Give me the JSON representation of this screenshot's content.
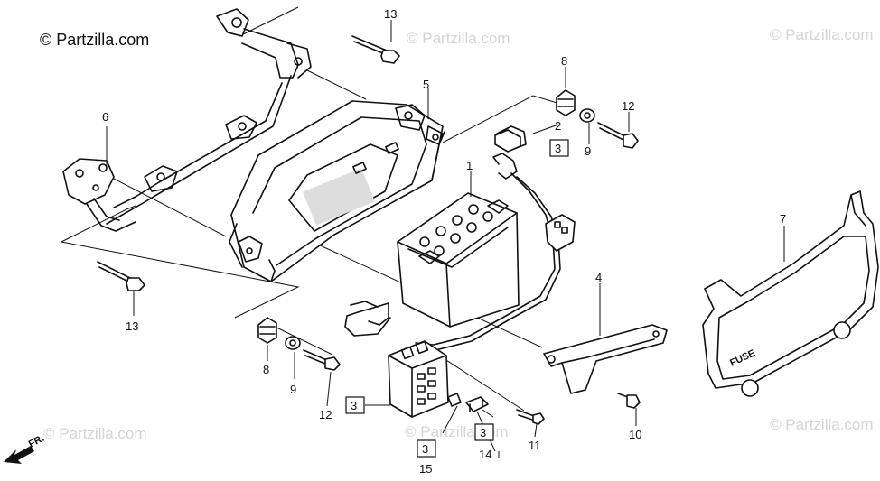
{
  "copyright": "© Partzilla.com",
  "watermark": "© Partzilla.com",
  "direction_label": "FR.",
  "fuse_label": "FUSE",
  "callouts": {
    "c1": "1",
    "c2": "2",
    "c3a": "3",
    "c3b": "3",
    "c3c": "3",
    "c3d": "3",
    "c4": "4",
    "c5": "5",
    "c6": "6",
    "c7": "7",
    "c8a": "8",
    "c8b": "8",
    "c9a": "9",
    "c9b": "9",
    "c10": "10",
    "c11": "11",
    "c12a": "12",
    "c12b": "12",
    "c13a": "13",
    "c13b": "13",
    "c14": "14",
    "c15": "15"
  }
}
